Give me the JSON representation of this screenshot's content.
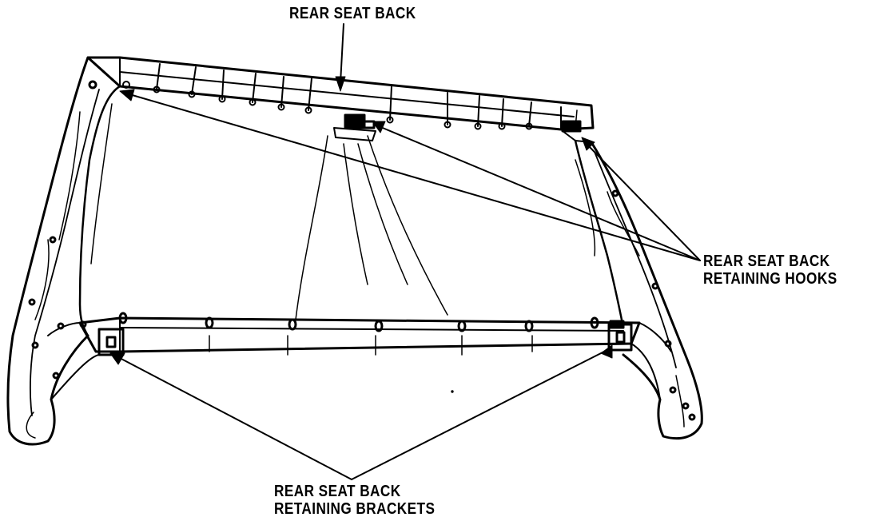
{
  "labels": {
    "rear_seat_back": "REAR SEAT BACK",
    "retaining_hooks": [
      "REAR SEAT BACK",
      "RETAINING HOOKS"
    ],
    "retaining_brackets": [
      "REAR SEAT BACK",
      "RETAINING BRACKETS"
    ]
  },
  "colors": {
    "ink": "#000000",
    "paper": "#ffffff"
  }
}
